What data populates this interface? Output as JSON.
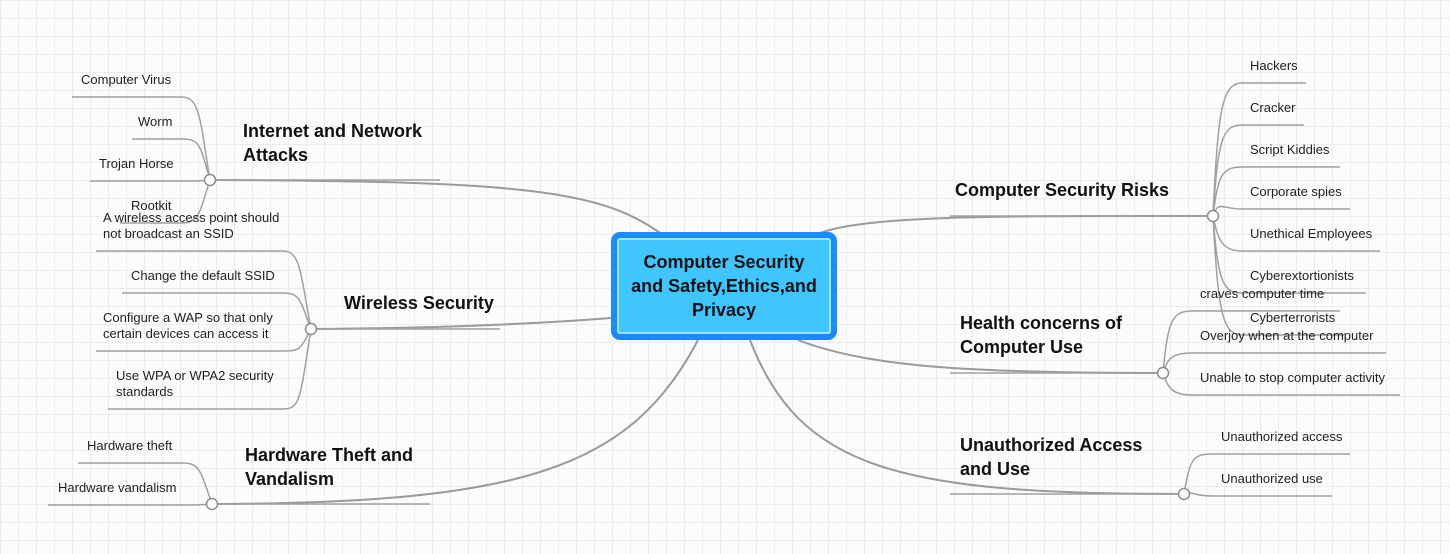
{
  "central_topic": "Computer Security and Safety,Ethics,and Privacy",
  "branches": {
    "internet_attacks": {
      "title": "Internet and Network Attacks",
      "items": [
        "Computer Virus",
        "Worm",
        "Trojan Horse",
        "Rootkit"
      ]
    },
    "wireless_security": {
      "title": "Wireless Security",
      "items": [
        "A wireless access point should not broadcast an SSID",
        "Change the default SSID",
        "Configure a WAP so that only certain devices can access it",
        "Use WPA or WPA2 security standards"
      ]
    },
    "hardware_theft": {
      "title": "Hardware Theft and Vandalism",
      "items": [
        "Hardware theft",
        "Hardware vandalism"
      ]
    },
    "security_risks": {
      "title": "Computer Security Risks",
      "items": [
        "Hackers",
        "Cracker",
        "Script Kiddies",
        "Corporate spies",
        "Unethical Employees",
        "Cyberextortionists",
        "Cyberterrorists"
      ]
    },
    "health_concerns": {
      "title": "Health concerns of Computer Use",
      "items": [
        "craves computer time",
        "Overjoy when at the computer",
        "Unable to stop computer activity"
      ]
    },
    "unauthorized": {
      "title": "Unauthorized Access and Use",
      "items": [
        "Unauthorized access",
        "Unauthorized use"
      ]
    }
  },
  "colors": {
    "central_fill": "#3fc6ff",
    "central_border": "#1a8cff",
    "connector": "#9a9a9a",
    "grid": "#ececec"
  }
}
